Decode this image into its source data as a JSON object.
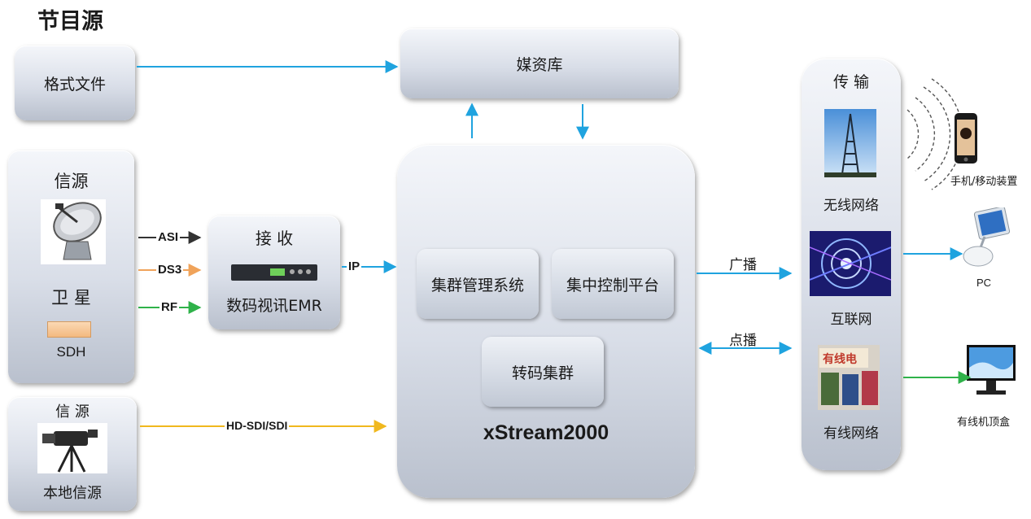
{
  "title": "节目源",
  "sources": {
    "file_box": "格式文件",
    "signal_box": {
      "heading": "信源",
      "satellite": "卫 星",
      "sdh": "SDH"
    },
    "local_box": {
      "heading": "信 源",
      "label": "本地信源"
    }
  },
  "signal_tags": {
    "asi": "ASI",
    "ds3": "DS3",
    "rf": "RF",
    "ip": "IP",
    "hdsdi": "HD-SDI/SDI"
  },
  "receiver": {
    "heading": "接 收",
    "device": "数码视讯EMR"
  },
  "media_library": "媒资库",
  "xstream": {
    "name": "xStream2000",
    "cluster_mgmt": "集群管理系统",
    "central_ctrl": "集中控制平台",
    "transcode": "转码集群"
  },
  "links": {
    "broadcast": "广播",
    "vod": "点播"
  },
  "transport": {
    "heading": "传 输",
    "wireless": "无线网络",
    "internet": "互联网",
    "cable": "有线网络"
  },
  "terminals": {
    "mobile": "手机/移动装置",
    "pc": "PC",
    "stb": "有线机顶盒"
  },
  "colors": {
    "blue_arrow": "#1fa3df",
    "orange_arrow": "#f0a35a",
    "green_arrow": "#2fb24a",
    "yellow_arrow": "#f0b81e"
  }
}
